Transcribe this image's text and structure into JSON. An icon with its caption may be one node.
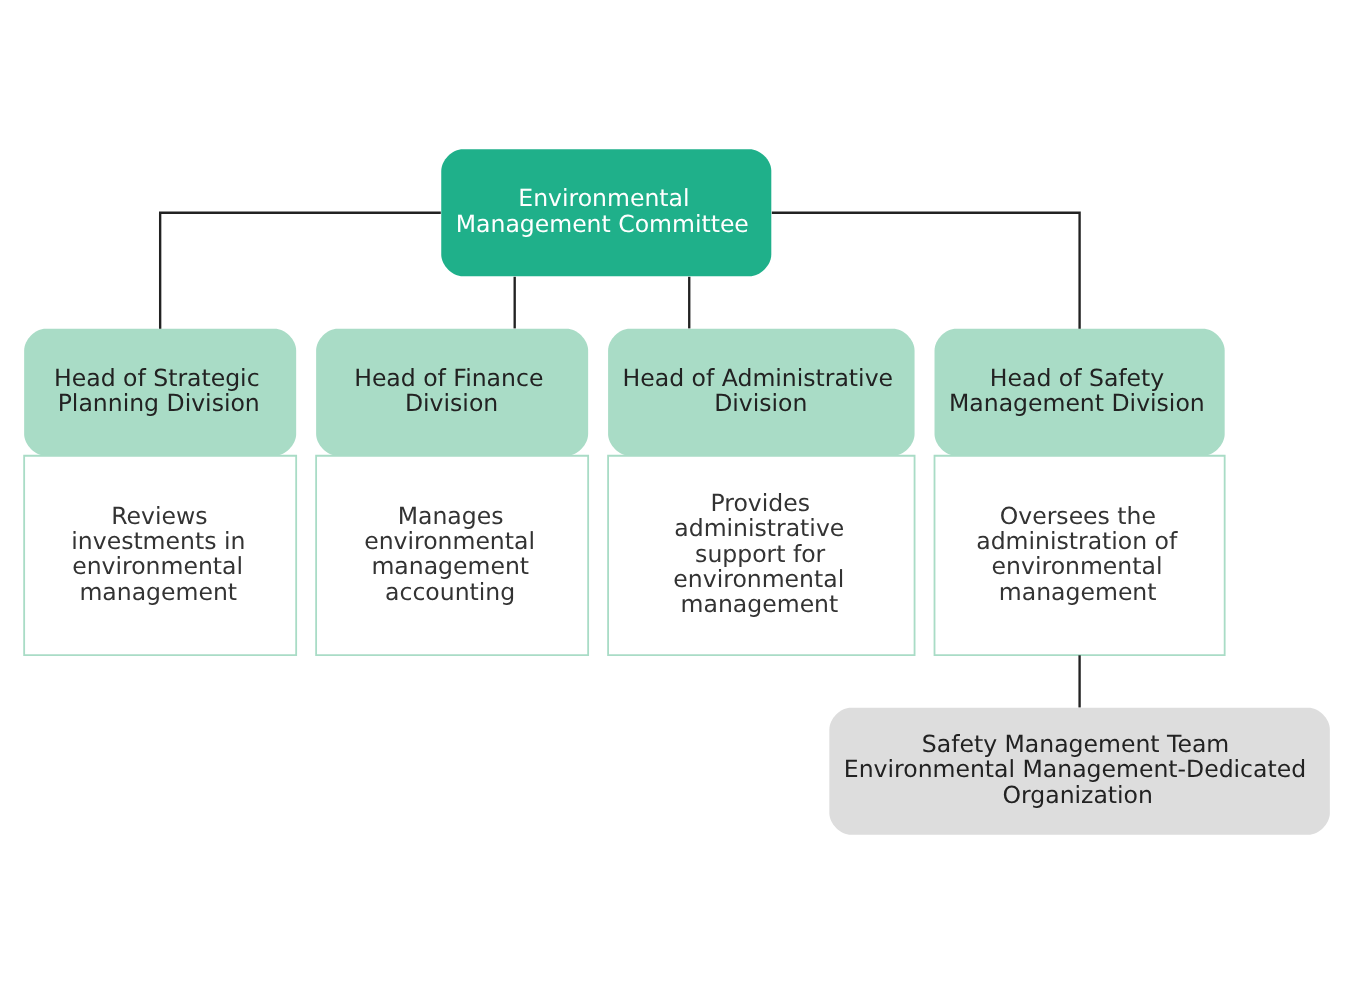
{
  "diagram": {
    "nodes": [
      {
        "text": [
          "Environmental Management Committee"
        ]
      },
      {
        "text": [
          "Head of Strategic Planning Division",
          "Reviews investments in environmental management"
        ]
      },
      {
        "text": [
          "Head of Finance Division",
          "Manages environmental management accounting"
        ]
      },
      {
        "text": [
          "Head of Administrative Division",
          "Provides administrative support for environmental management"
        ]
      },
      {
        "text": [
          "Head of Safety Management Division",
          "Oversees the administration of environmental management"
        ]
      },
      {
        "text": [
          "Safety Management Team Environmental Management-Dedicated Organization"
        ]
      }
    ],
    "edges": [
      {
        "from": 0,
        "to": 1,
        "arrow": "none"
      },
      {
        "from": 0,
        "to": 2,
        "arrow": "none"
      },
      {
        "from": 0,
        "to": 3,
        "arrow": "none"
      },
      {
        "from": 0,
        "to": 4,
        "arrow": "none"
      },
      {
        "from": 4,
        "to": 5,
        "arrow": "none"
      }
    ]
  }
}
